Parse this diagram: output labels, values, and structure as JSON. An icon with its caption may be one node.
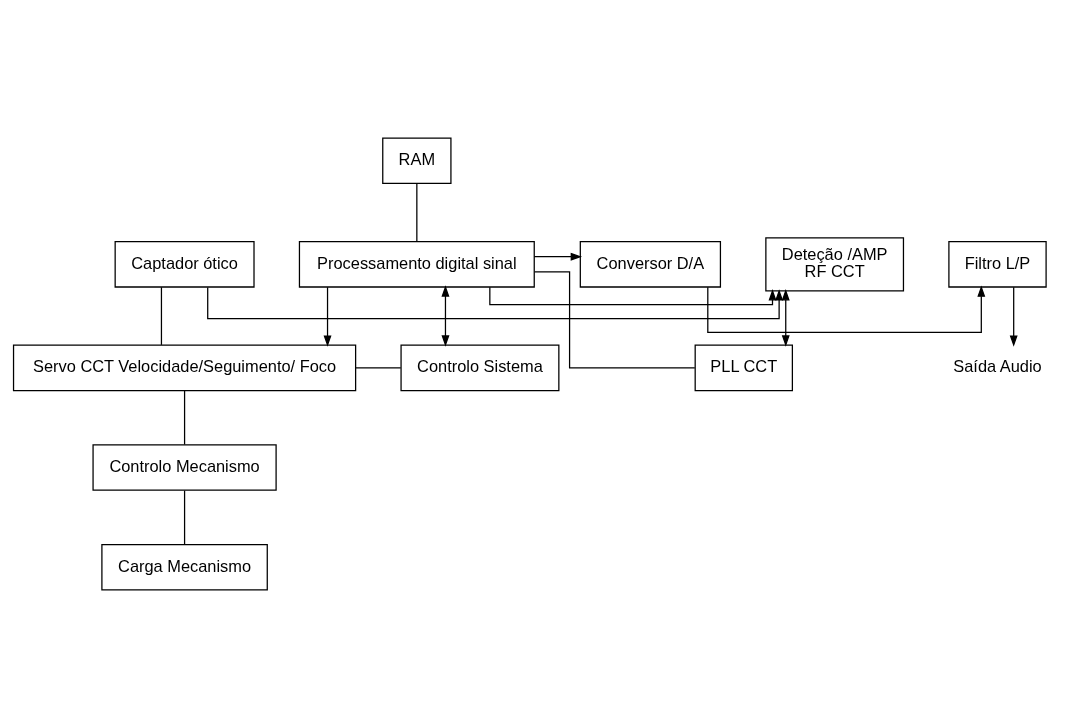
{
  "diagram": {
    "nodes": [
      {
        "text": [
          "Captador ótico"
        ]
      },
      {
        "text": [
          "Deteção /AMP",
          "RF CCT"
        ]
      },
      {
        "text": [
          "RAM"
        ]
      },
      {
        "text": [
          "Processamento digital sinal"
        ]
      },
      {
        "text": [
          "Conversor D/A"
        ]
      },
      {
        "text": [
          "Filtro L/P"
        ]
      },
      {
        "text": [
          "PLL CCT"
        ]
      },
      {
        "text": [
          "Servo CCT Velocidade/Seguimento/ Foco"
        ]
      },
      {
        "text": [
          "Controlo Sistema"
        ]
      },
      {
        "text": [
          "Controlo Mecanismo"
        ]
      },
      {
        "text": [
          "Carga Mecanismo"
        ]
      },
      {
        "text": [
          "Saída Audio"
        ]
      }
    ],
    "edges": [
      {
        "from": 0,
        "to": 1,
        "arrow": "to"
      },
      {
        "from": 3,
        "to": 1,
        "arrow": "to"
      },
      {
        "from": 1,
        "to": 6,
        "arrow": "both"
      },
      {
        "from": 6,
        "to": 3,
        "arrow": "none"
      },
      {
        "from": 2,
        "to": 3,
        "arrow": "none"
      },
      {
        "from": 3,
        "to": 4,
        "arrow": "to"
      },
      {
        "from": 4,
        "to": 5,
        "arrow": "to"
      },
      {
        "from": 5,
        "to": 11,
        "arrow": "to"
      },
      {
        "from": 3,
        "to": 7,
        "arrow": "to"
      },
      {
        "from": 0,
        "to": 7,
        "arrow": "none"
      },
      {
        "from": 8,
        "to": 3,
        "arrow": "both"
      },
      {
        "from": 7,
        "to": 8,
        "arrow": "none"
      },
      {
        "from": 7,
        "to": 9,
        "arrow": "none"
      },
      {
        "from": 9,
        "to": 10,
        "arrow": "none"
      }
    ]
  }
}
